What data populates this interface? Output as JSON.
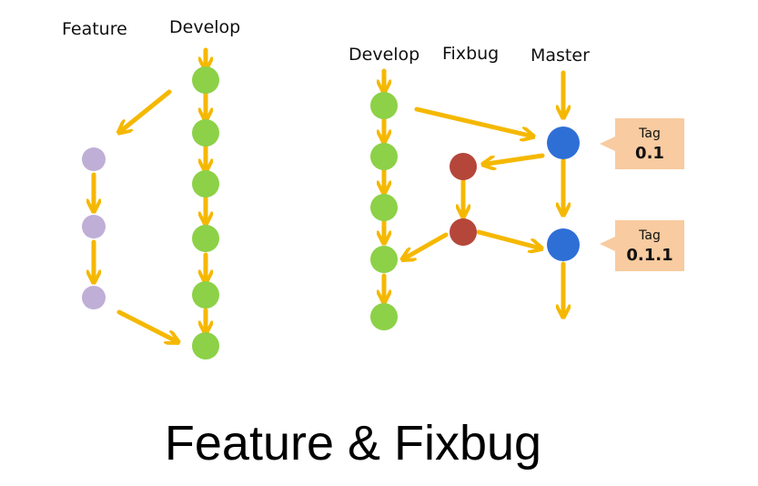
{
  "labels": {
    "left_feature": "Feature",
    "left_develop": "Develop",
    "right_develop": "Develop",
    "right_fixbug": "Fixbug",
    "right_master": "Master"
  },
  "tags": [
    {
      "label": "Tag",
      "value": "0.1"
    },
    {
      "label": "Tag",
      "value": "0.1.1"
    }
  ],
  "caption": "Feature & Fixbug",
  "colors": {
    "arrow": "#F5B800",
    "develop": "#8CD147",
    "feature": "#BFAED6",
    "fixbug": "#B5463A",
    "master": "#2E6FD6",
    "tag_fill": "#F8CBA0"
  }
}
